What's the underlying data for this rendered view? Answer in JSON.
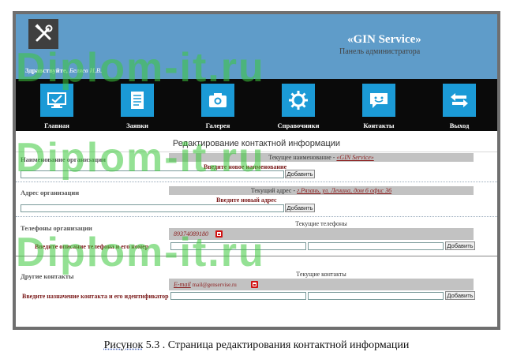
{
  "header": {
    "brand_title": "«GIN Service»",
    "brand_subtitle": "Панель администратора",
    "greeting_prefix": "Здравствуйте,",
    "greeting_name": "Беляев И.В."
  },
  "nav": {
    "items": [
      {
        "label": "Главная",
        "icon": "monitor-icon"
      },
      {
        "label": "Заявки",
        "icon": "document-icon"
      },
      {
        "label": "Галерея",
        "icon": "camera-icon"
      },
      {
        "label": "Справочники",
        "icon": "gear-icon"
      },
      {
        "label": "Контакты",
        "icon": "chat-icon"
      },
      {
        "label": "Выход",
        "icon": "exit-arrows-icon"
      }
    ]
  },
  "page": {
    "heading": "Редактирование контактной информации"
  },
  "org_name": {
    "label": "Наименование организации",
    "current_prefix": "Текущее наименование - ",
    "current_value": "«GIN Service»",
    "prompt": "Введите новое наименование",
    "button": "Добавить"
  },
  "org_address": {
    "label": "Адрес организации",
    "current_prefix": "Текущий адрес - ",
    "current_value": "г.Рязань, ул. Ленина, дом 6 офис 36",
    "prompt": "Введите новый адрес",
    "button": "Добавить"
  },
  "phones": {
    "label": "Телефоны организации",
    "current_title": "Текущие телефоны",
    "current_value": "89374089180",
    "prompt": "Введите описание телефона и его номер",
    "button": "Добавить"
  },
  "other_contacts": {
    "label": "Другие контакты",
    "current_title": "Текущие контакты",
    "current_value_type": "E-mail",
    "current_value": "mail@genservise.ru",
    "prompt": "Введите назначение контакта и его идентификатор",
    "button": "Добавить"
  },
  "caption": {
    "word": "Рисунок",
    "number": "5.3",
    "text": ". Страница редактирования контактной информации"
  },
  "watermark": {
    "text": "Diplom-it.ru"
  },
  "colors": {
    "header_bg": "#5f9cc9",
    "nav_bg": "#0a0a0a",
    "nav_icon_bg": "#1b9ad6",
    "delete_red": "#d01010",
    "watermark_green": "#3cc83c"
  }
}
